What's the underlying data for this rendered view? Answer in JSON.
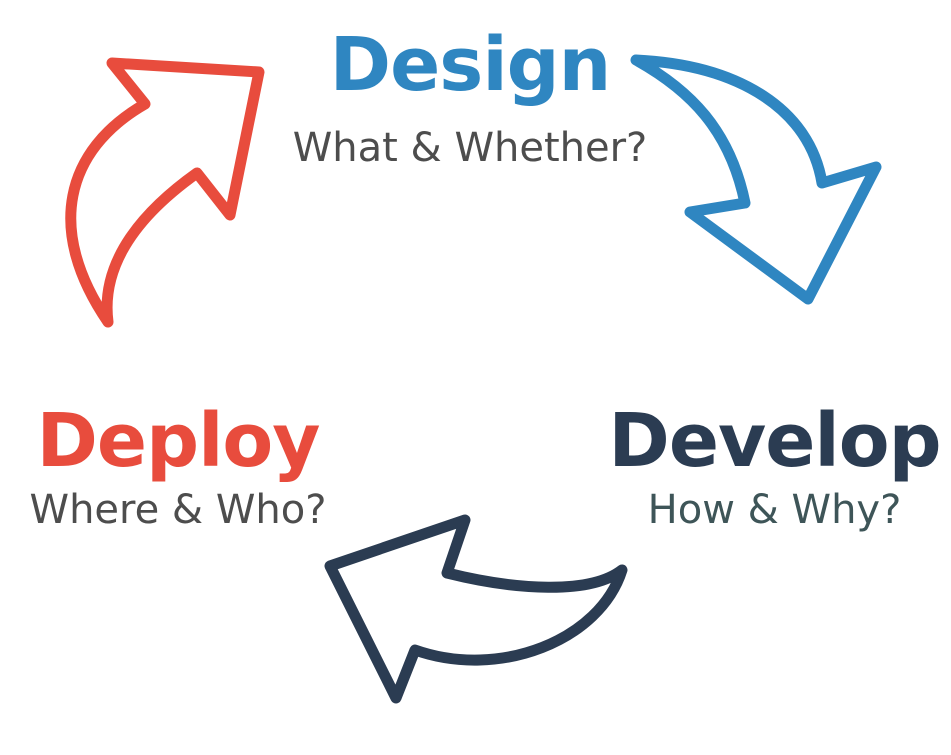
{
  "colors": {
    "design": "#2f86c1",
    "develop": "#2b3c52",
    "deploy": "#e84c3d",
    "question": "#4d4d4d",
    "question_develop": "#3e5558"
  },
  "stages": {
    "design": {
      "title": "Design",
      "question": "What & Whether?",
      "arrow_icon": "curved-arrow-down-right-icon"
    },
    "develop": {
      "title": "Develop",
      "question": "How & Why?",
      "arrow_icon": "curved-arrow-down-left-icon"
    },
    "deploy": {
      "title": "Deploy",
      "question": "Where & Who?",
      "arrow_icon": "curved-arrow-up-right-icon"
    }
  }
}
